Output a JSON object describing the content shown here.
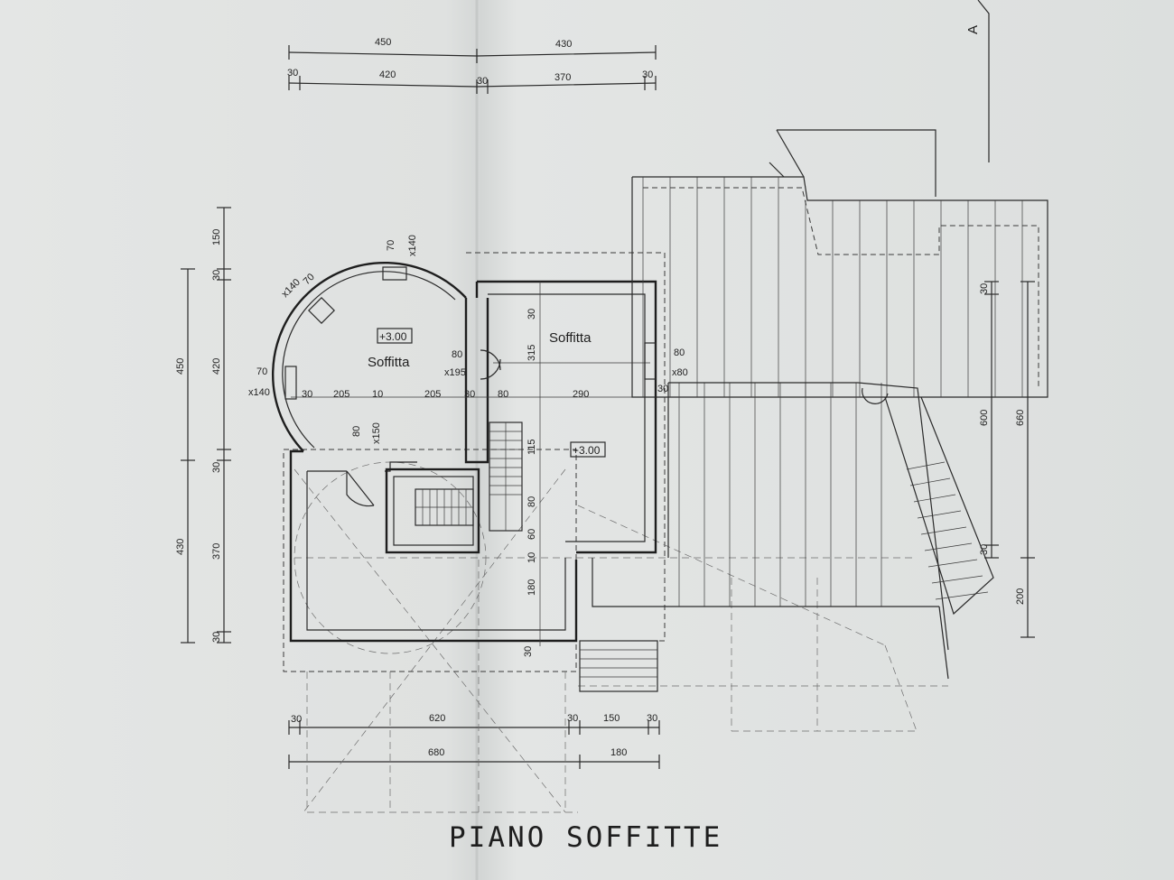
{
  "title": "PIANO SOFFITTE",
  "rooms": [
    {
      "label": "Soffitta",
      "level": "+3.00"
    },
    {
      "label": "Soffitta",
      "level": "+3.00"
    }
  ],
  "north_symbol": "A",
  "dimensions": {
    "top_outer": [
      "450",
      "430"
    ],
    "top_inner": [
      "30",
      "420",
      "30",
      "370",
      "30"
    ],
    "bottom_inner": [
      "30",
      "620",
      "30",
      "150",
      "30"
    ],
    "bottom_outer": [
      "680",
      "180"
    ],
    "left_outer": [
      "450",
      "430"
    ],
    "left_inner": [
      "150",
      "30",
      "420",
      "30",
      "370",
      "30"
    ],
    "right_inner": [
      "30",
      "600",
      "30"
    ],
    "right_outer": [
      "660",
      "200"
    ],
    "interior_row": [
      "30",
      "205",
      "10",
      "205",
      "30",
      "80",
      "290",
      "30"
    ],
    "interior_vertical": [
      "30",
      "315",
      "115",
      "80",
      "60",
      "10",
      "180",
      "30"
    ],
    "openings": [
      {
        "w": "70",
        "h": "x140"
      },
      {
        "w": "70",
        "h": "x140"
      },
      {
        "w": "70",
        "h": "x140"
      },
      {
        "w": "80",
        "h": "x195"
      },
      {
        "w": "80",
        "h": "x80"
      },
      {
        "w": "80",
        "h": "x150"
      }
    ]
  }
}
